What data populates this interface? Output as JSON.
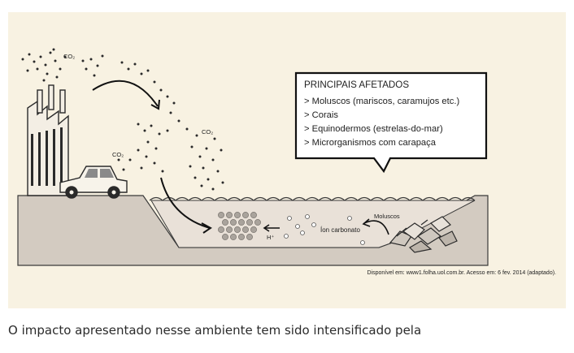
{
  "figure": {
    "box": {
      "title": "PRINCIPAIS AFETADOS",
      "items": [
        "> Moluscos (mariscos, caramujos etc.)",
        "> Corais",
        "> Equinodermos (estrelas-do-mar)",
        "> Microrganismos com carapaça"
      ]
    },
    "labels": {
      "co2_top": "CO₂",
      "co2_mid": "CO₂",
      "co2_right": "CO₂",
      "moluscos": "Moluscos",
      "ion_carbonato": "Íon carbonato",
      "h_plus": "H⁺"
    },
    "source": "Disponível em: www1.folha.uol.com.br. Acesso em: 6 fev. 2014 (adaptado)."
  },
  "question": {
    "text": "O impacto apresentado nesse ambiente tem sido intensificado pela"
  }
}
